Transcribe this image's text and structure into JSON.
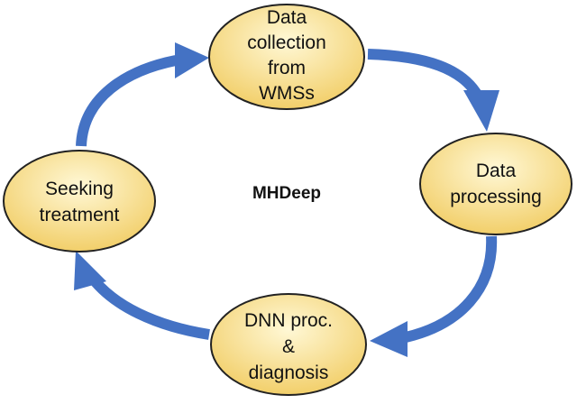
{
  "center": {
    "label": "MHDeep"
  },
  "nodes": {
    "top": {
      "lines": [
        "Data",
        "collection",
        "from",
        "WMSs"
      ]
    },
    "right": {
      "lines": [
        "Data",
        "processing"
      ]
    },
    "bottom": {
      "lines": [
        "DNN proc.",
        "&",
        "diagnosis"
      ]
    },
    "left": {
      "lines": [
        "Seeking",
        "treatment"
      ]
    }
  },
  "colors": {
    "arrow": "#4472c4",
    "node_fill_light": "#fff8d6",
    "node_fill_dark": "#f2cf6a",
    "node_stroke": "#222222"
  }
}
